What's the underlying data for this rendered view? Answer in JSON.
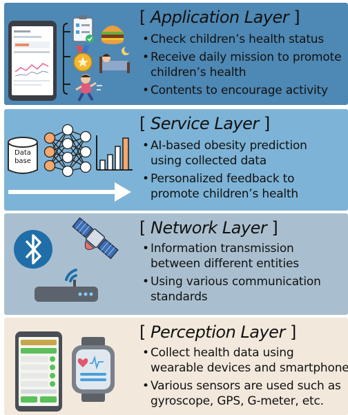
{
  "layers": [
    {
      "title_open": "[ ",
      "name": "Application Layer",
      "title_close": " ]",
      "bullets": [
        "Check children’s health status",
        "Receive daily mission to promote\nchildren’s health",
        "Contents to encourage activity"
      ],
      "icons": [
        "smartphone-app-icon",
        "checklist-icon",
        "burger-icon",
        "medal-icon",
        "sleeping-child-icon",
        "running-child-icon"
      ]
    },
    {
      "title_open": "[ ",
      "name": "Service Layer",
      "title_close": " ]",
      "db_label": "Data\nbase",
      "bullets": [
        "AI-based obesity prediction\nusing collected data",
        "Personalized feedback to\npromote children’s health"
      ],
      "icons": [
        "database-icon",
        "neural-network-icon",
        "bar-chart-icon",
        "arrow-right-icon"
      ]
    },
    {
      "title_open": "[ ",
      "name": "Network Layer",
      "title_close": " ]",
      "bullets": [
        "Information transmission\nbetween different entities",
        "Using various communication\nstandards"
      ],
      "icons": [
        "bluetooth-icon",
        "satellite-icon",
        "wifi-router-icon"
      ]
    },
    {
      "title_open": "[ ",
      "name": "Perception Layer",
      "title_close": " ]",
      "bullets": [
        "Collect health data using\nwearable devices and smartphone",
        "Various sensors are used such as\ngyroscope, GPS, G-meter, etc."
      ],
      "icons": [
        "smartphone-game-icon",
        "smartwatch-icon"
      ]
    }
  ],
  "colors": {
    "application_bg": "#4e88b4",
    "service_bg": "#7db3d6",
    "network_bg": "#a9bfcf",
    "perception_bg": "#f2e8dc",
    "neuron": "#f4a86e",
    "bluetooth": "#1f6ea8"
  }
}
